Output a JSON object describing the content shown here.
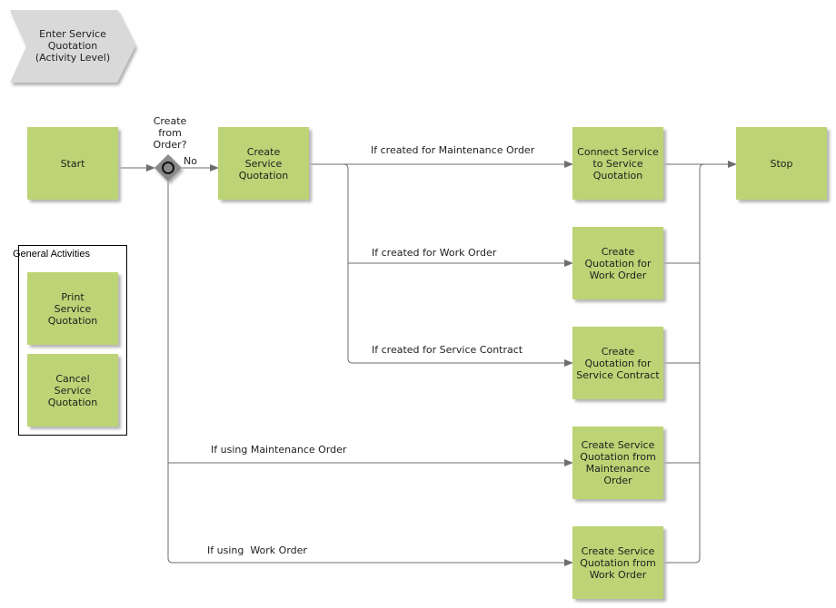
{
  "process_header": "Enter Service\nQuotation\n(Activity Level)",
  "general_activities": {
    "title": "General Activities",
    "print": "Print\nService\nQuotation",
    "cancel": "Cancel\nService\nQuotation"
  },
  "steps": {
    "start": "Start",
    "create_service_quotation": "Create\nService\nQuotation",
    "connect_service": "Connect Service\nto Service\nQuotation",
    "quotation_work_order": "Create\nQuotation for\nWork Order",
    "quotation_service_contract": "Create\nQuotation for\nService Contract",
    "from_maintenance_order": "Create Service\nQuotation from\nMaintenance\nOrder",
    "from_work_order": "Create Service\nQuotation from\nWork Order",
    "stop": "Stop"
  },
  "decision": {
    "question": "Create\nfrom\nOrder?",
    "no_label": "No"
  },
  "conditions": {
    "maintenance_order": "If created for Maintenance Order",
    "work_order": "If created for Work Order",
    "service_contract": "If created for Service Contract",
    "using_maintenance_order": "If using Maintenance Order",
    "using_work_order": "If using  Work Order"
  },
  "colors": {
    "activity_fill": "#bcd475",
    "header_fill": "#d9d9d9",
    "connector": "#6e6e6e",
    "gateway_fill": "#8a8a8a"
  }
}
